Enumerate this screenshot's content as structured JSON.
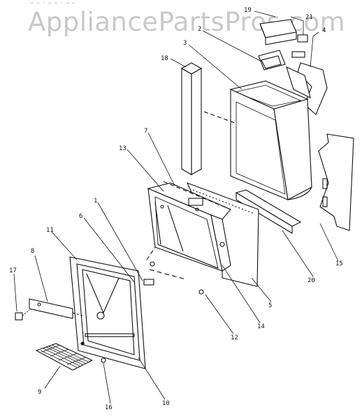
{
  "watermark": "AppliancePartsPros.com",
  "top_note": "— — · — — · — —",
  "callouts": {
    "c1": "1",
    "c3": "3",
    "c4": "4",
    "c5": "5",
    "c6": "6",
    "c7": "7",
    "c8": "8",
    "c9": "9",
    "c10": "10",
    "c11": "11",
    "c12": "12",
    "c13": "13",
    "c14": "14",
    "c15": "15",
    "c16": "16",
    "c17": "17",
    "c18": "18",
    "c19": "19",
    "c20": "20",
    "c21": "21"
  }
}
